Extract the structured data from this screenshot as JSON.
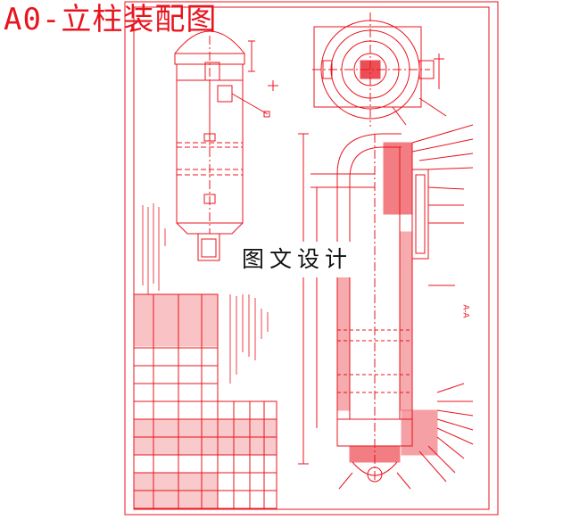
{
  "drawing": {
    "title": "A0-立柱装配图",
    "watermark": "图文设计",
    "section_label": "A-A",
    "line_color": "#e8141e",
    "background": "#ffffff"
  }
}
